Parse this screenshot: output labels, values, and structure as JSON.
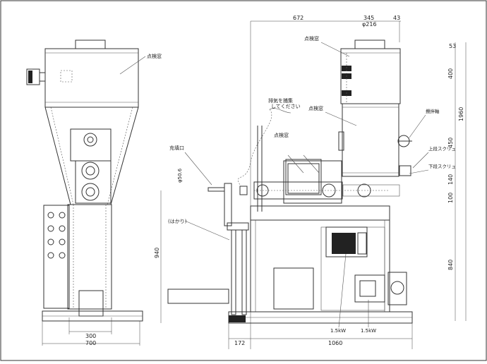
{
  "drawing": {
    "labels": {
      "inspection_window_left": "点検窓",
      "inspection_window_top": "点検窓",
      "inspection_window_mid": "点検窓",
      "inspection_window_box": "点検窓",
      "exhaust_note_line1": "排気を捕集",
      "exhaust_note_line2": "してください",
      "agitator_shaft": "攪拌軸",
      "upper_screw": "上段スクリュ",
      "lower_screw": "下段スクリュ",
      "fill_port": "充填口",
      "scale": "(はかり)",
      "motor_1": "1.5kW",
      "motor_2": "1.5kW",
      "phi": "φ216",
      "phi_side": "φ50.6"
    },
    "dimensions": {
      "top_672": "672",
      "top_345": "345",
      "top_43": "43",
      "r_53": "53",
      "r_400": "400",
      "r_450": "450",
      "r_1960": "1960",
      "r_140": "140",
      "r_100": "100",
      "r_840": "840",
      "left_940": "940",
      "bottom_300": "300",
      "bottom_700": "700",
      "bottom_172": "172",
      "bottom_1060": "1060"
    }
  }
}
